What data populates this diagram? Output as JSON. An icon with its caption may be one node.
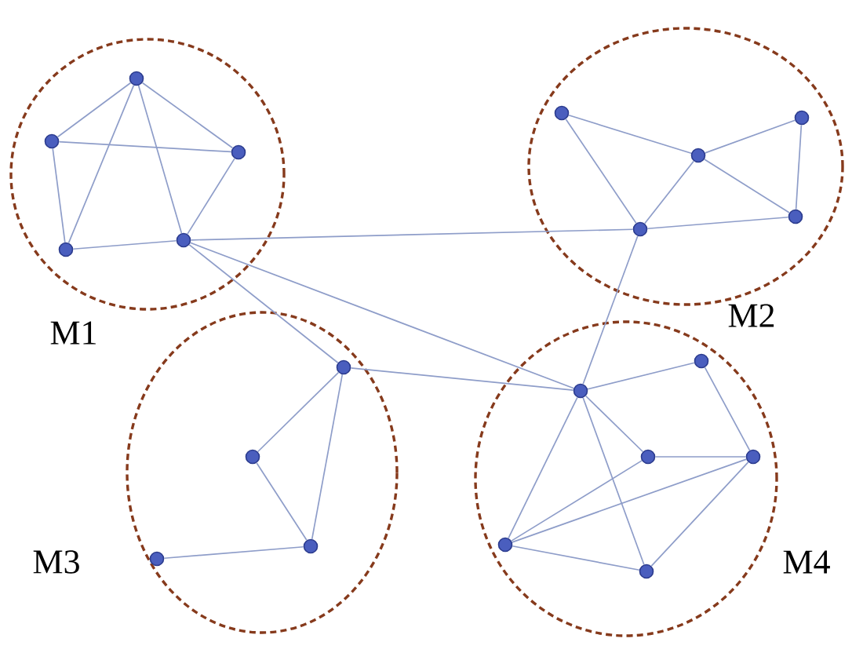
{
  "diagram": {
    "nodes": [
      {
        "text": [
          "M1"
        ]
      },
      {
        "text": [],
        "shape": "circle",
        "in": 0
      },
      {
        "text": [],
        "shape": "circle",
        "in": 0
      },
      {
        "text": [],
        "shape": "circle",
        "in": 0
      },
      {
        "text": [],
        "shape": "circle",
        "in": 0
      },
      {
        "text": [],
        "shape": "circle",
        "in": 0
      },
      {
        "text": [
          "M2"
        ]
      },
      {
        "text": [],
        "shape": "circle",
        "in": 6
      },
      {
        "text": [],
        "shape": "circle",
        "in": 6
      },
      {
        "text": [],
        "shape": "circle",
        "in": 6
      },
      {
        "text": [],
        "shape": "circle",
        "in": 6
      },
      {
        "text": [],
        "shape": "circle",
        "in": 6
      },
      {
        "text": [
          "M3"
        ]
      },
      {
        "text": [],
        "shape": "circle",
        "in": 12
      },
      {
        "text": [],
        "shape": "circle",
        "in": 12
      },
      {
        "text": [],
        "shape": "circle",
        "in": 12
      },
      {
        "text": [],
        "shape": "circle",
        "in": 12
      },
      {
        "text": [
          "M4"
        ]
      },
      {
        "text": [],
        "shape": "circle",
        "in": 17
      },
      {
        "text": [],
        "shape": "circle",
        "in": 17
      },
      {
        "text": [],
        "shape": "circle",
        "in": 17
      },
      {
        "text": [],
        "shape": "circle",
        "in": 17
      },
      {
        "text": [],
        "shape": "circle",
        "in": 17
      },
      {
        "text": [],
        "shape": "circle",
        "in": 17
      }
    ],
    "edges": [
      {
        "from": 1,
        "to": 2,
        "arrow": "none"
      },
      {
        "from": 1,
        "to": 3,
        "arrow": "none"
      },
      {
        "from": 1,
        "to": 4,
        "arrow": "none"
      },
      {
        "from": 1,
        "to": 5,
        "arrow": "none"
      },
      {
        "from": 2,
        "to": 3,
        "arrow": "none"
      },
      {
        "from": 2,
        "to": 5,
        "arrow": "none"
      },
      {
        "from": 3,
        "to": 4,
        "arrow": "none"
      },
      {
        "from": 5,
        "to": 4,
        "arrow": "none"
      },
      {
        "from": 4,
        "to": 11,
        "arrow": "none"
      },
      {
        "from": 4,
        "to": 13,
        "arrow": "none"
      },
      {
        "from": 4,
        "to": 19,
        "arrow": "none"
      },
      {
        "from": 7,
        "to": 9,
        "arrow": "none"
      },
      {
        "from": 7,
        "to": 11,
        "arrow": "none"
      },
      {
        "from": 9,
        "to": 8,
        "arrow": "none"
      },
      {
        "from": 9,
        "to": 11,
        "arrow": "none"
      },
      {
        "from": 9,
        "to": 10,
        "arrow": "none"
      },
      {
        "from": 8,
        "to": 10,
        "arrow": "none"
      },
      {
        "from": 11,
        "to": 10,
        "arrow": "none"
      },
      {
        "from": 11,
        "to": 19,
        "arrow": "none"
      },
      {
        "from": 13,
        "to": 14,
        "arrow": "none"
      },
      {
        "from": 13,
        "to": 15,
        "arrow": "none"
      },
      {
        "from": 14,
        "to": 15,
        "arrow": "none"
      },
      {
        "from": 16,
        "to": 15,
        "arrow": "none"
      },
      {
        "from": 13,
        "to": 19,
        "arrow": "none"
      },
      {
        "from": 19,
        "to": 18,
        "arrow": "none"
      },
      {
        "from": 19,
        "to": 20,
        "arrow": "none"
      },
      {
        "from": 19,
        "to": 22,
        "arrow": "none"
      },
      {
        "from": 19,
        "to": 23,
        "arrow": "none"
      },
      {
        "from": 18,
        "to": 21,
        "arrow": "none"
      },
      {
        "from": 20,
        "to": 21,
        "arrow": "none"
      },
      {
        "from": 22,
        "to": 20,
        "arrow": "none"
      },
      {
        "from": 22,
        "to": 21,
        "arrow": "none"
      },
      {
        "from": 22,
        "to": 23,
        "arrow": "none"
      },
      {
        "from": 23,
        "to": 21,
        "arrow": "none"
      }
    ]
  }
}
